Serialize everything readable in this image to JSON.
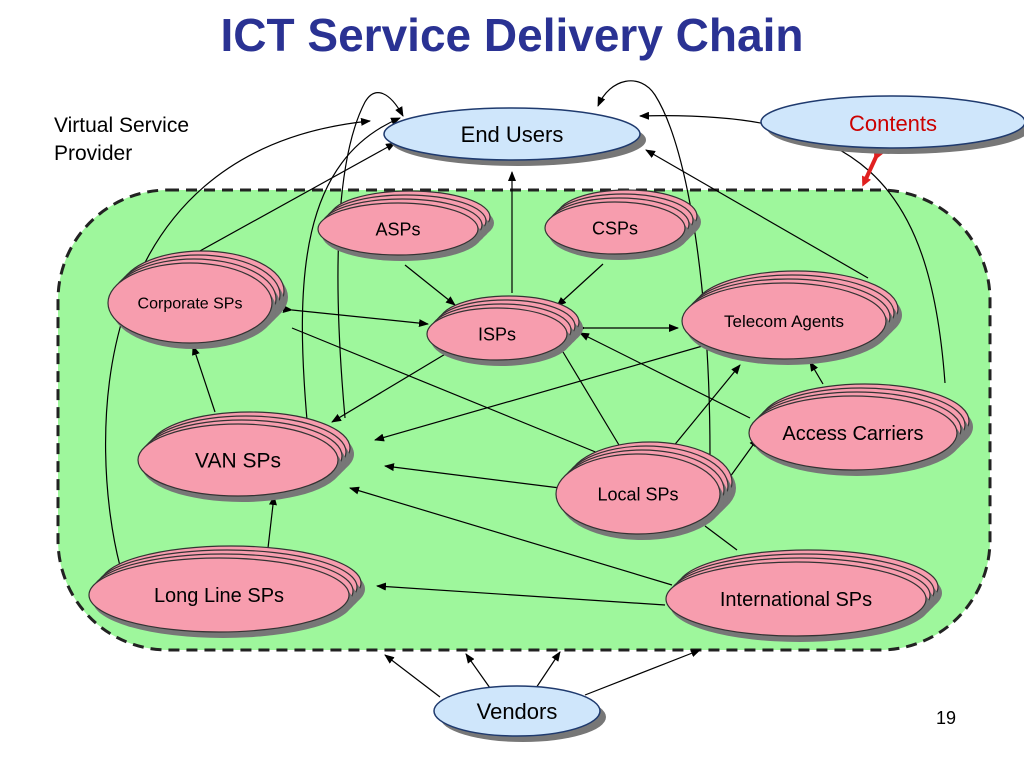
{
  "title": "ICT Service Delivery Chain",
  "virtual_provider_label": [
    "Virtual Service",
    "Provider"
  ],
  "page_number": "19",
  "colors": {
    "title": "#2a3293",
    "provider_fill": "#9ef79c",
    "sp_fill": "#f79dae",
    "external_fill": "#cfe6fb",
    "contents_text": "#cc0000",
    "contents_link": "#e02020"
  },
  "nodes": {
    "end_users": "End Users",
    "contents": "Contents",
    "vendors": "Vendors",
    "asps": "ASPs",
    "csps": "CSPs",
    "corporate_sps": "Corporate SPs",
    "isps": "ISPs",
    "telecom_agents": "Telecom Agents",
    "van_sps": "VAN SPs",
    "access_carriers": "Access Carriers",
    "local_sps": "Local SPs",
    "long_line_sps": "Long Line SPs",
    "international_sps": "International SPs"
  }
}
